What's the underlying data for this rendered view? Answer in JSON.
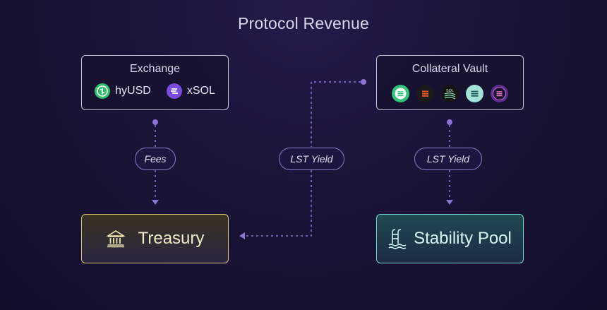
{
  "title": "Protocol Revenue",
  "exchange": {
    "title": "Exchange",
    "tokens": [
      {
        "label": "hyUSD",
        "icon": "hyusd-icon",
        "color": "#2fbf6b"
      },
      {
        "label": "xSOL",
        "icon": "xsol-icon",
        "color": "#7a4be0"
      }
    ]
  },
  "vault": {
    "title": "Collateral Vault",
    "coins": [
      {
        "icon": "lst-green-icon",
        "color": "#2fc47a"
      },
      {
        "icon": "lst-orange-icon",
        "color": "#e85a28"
      },
      {
        "icon": "sol-icon",
        "color": "#1b1b1b"
      },
      {
        "icon": "lst-teal-icon",
        "color": "#a5e3d8"
      },
      {
        "icon": "lst-purple-icon",
        "color": "#5a2d8a"
      }
    ]
  },
  "flows": {
    "fees": "Fees",
    "lst_yield_treasury": "LST Yield",
    "lst_yield_pool": "LST Yield"
  },
  "treasury": {
    "label": "Treasury",
    "icon": "bank-icon"
  },
  "stability": {
    "label": "Stability Pool",
    "icon": "pool-ladder-icon"
  }
}
